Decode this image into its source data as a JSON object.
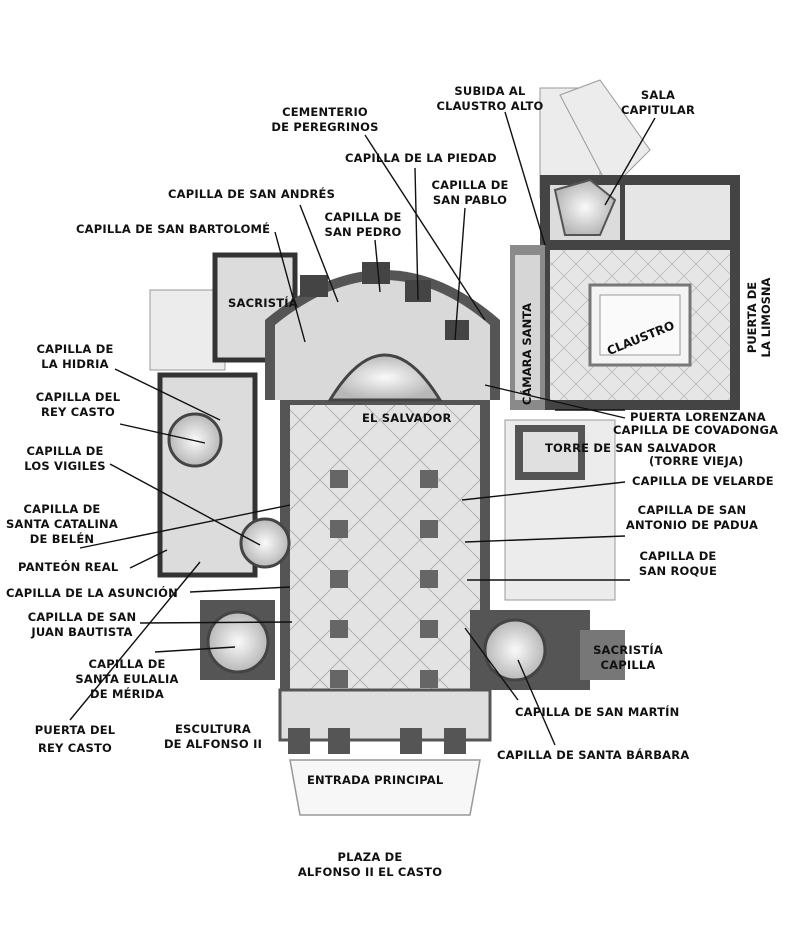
{
  "labels": {
    "subida": [
      "SUBIDA AL",
      "CLAUSTRO ALTO"
    ],
    "sala_capitular": [
      "SALA",
      "CAPITULAR"
    ],
    "cementerio": [
      "CEMENTERIO",
      "DE PEREGRINOS"
    ],
    "capilla_piedad": "CAPILLA DE LA PIEDAD",
    "capilla_san_pablo": [
      "CAPILLA DE",
      "SAN PABLO"
    ],
    "capilla_san_andres": "CAPILLA DE SAN ANDRÉS",
    "capilla_san_pedro": [
      "CAPILLA DE",
      "SAN PEDRO"
    ],
    "capilla_san_bartolome": "CAPILLA DE SAN BARTOLOMÉ",
    "sacristia": "SACRISTÍA",
    "camara_santa": "CÁMARA SANTA",
    "claustro": "CLAUSTRO",
    "puerta_limosna": [
      "PUERTA DE",
      "LA LIMOSNA"
    ],
    "capilla_hidria": [
      "CAPILLA DE",
      "LA HIDRIA"
    ],
    "capilla_rey_casto": [
      "CAPILLA DEL",
      "REY CASTO"
    ],
    "el_salvador": "EL SALVADOR",
    "puerta_lorenzana": "PUERTA LORENZANA",
    "capilla_covadonga": "CAPILLA DE COVADONGA",
    "torre_san_salvador": "TORRE DE SAN SALVADOR",
    "torre_vieja": "(TORRE VIEJA)",
    "capilla_vigiles": [
      "CAPILLA DE",
      "LOS VIGILES"
    ],
    "capilla_velarde": "CAPILLA DE VELARDE",
    "capilla_santa_catalina": [
      "CAPILLA DE",
      "SANTA CATALINA",
      "DE BELÉN"
    ],
    "capilla_san_antonio": [
      "CAPILLA DE SAN",
      "ANTONIO DE PADUA"
    ],
    "panteon_real": "PANTEÓN REAL",
    "capilla_san_roque": [
      "CAPILLA DE",
      "SAN ROQUE"
    ],
    "capilla_asuncion": "CAPILLA DE LA ASUNCIÓN",
    "capilla_san_juan": [
      "CAPILLA DE SAN",
      "JUAN BAUTISTA"
    ],
    "sacristia_capilla": [
      "SACRISTÍA",
      "CAPILLA"
    ],
    "capilla_santa_eulalia": [
      "CAPILLA DE",
      "SANTA EULALIA",
      "DE MÉRIDA"
    ],
    "capilla_san_martin": "CAPILLA DE SAN MARTÍN",
    "puerta_rey_casto": [
      "PUERTA DEL",
      "REY CASTO"
    ],
    "escultura_alfonso": [
      "ESCULTURA",
      "DE ALFONSO II"
    ],
    "capilla_santa_barbara": "CAPILLA DE SANTA BÁRBARA",
    "entrada_principal": "ENTRADA PRINCIPAL",
    "plaza": [
      "PLAZA DE",
      "ALFONSO II EL CASTO"
    ]
  }
}
